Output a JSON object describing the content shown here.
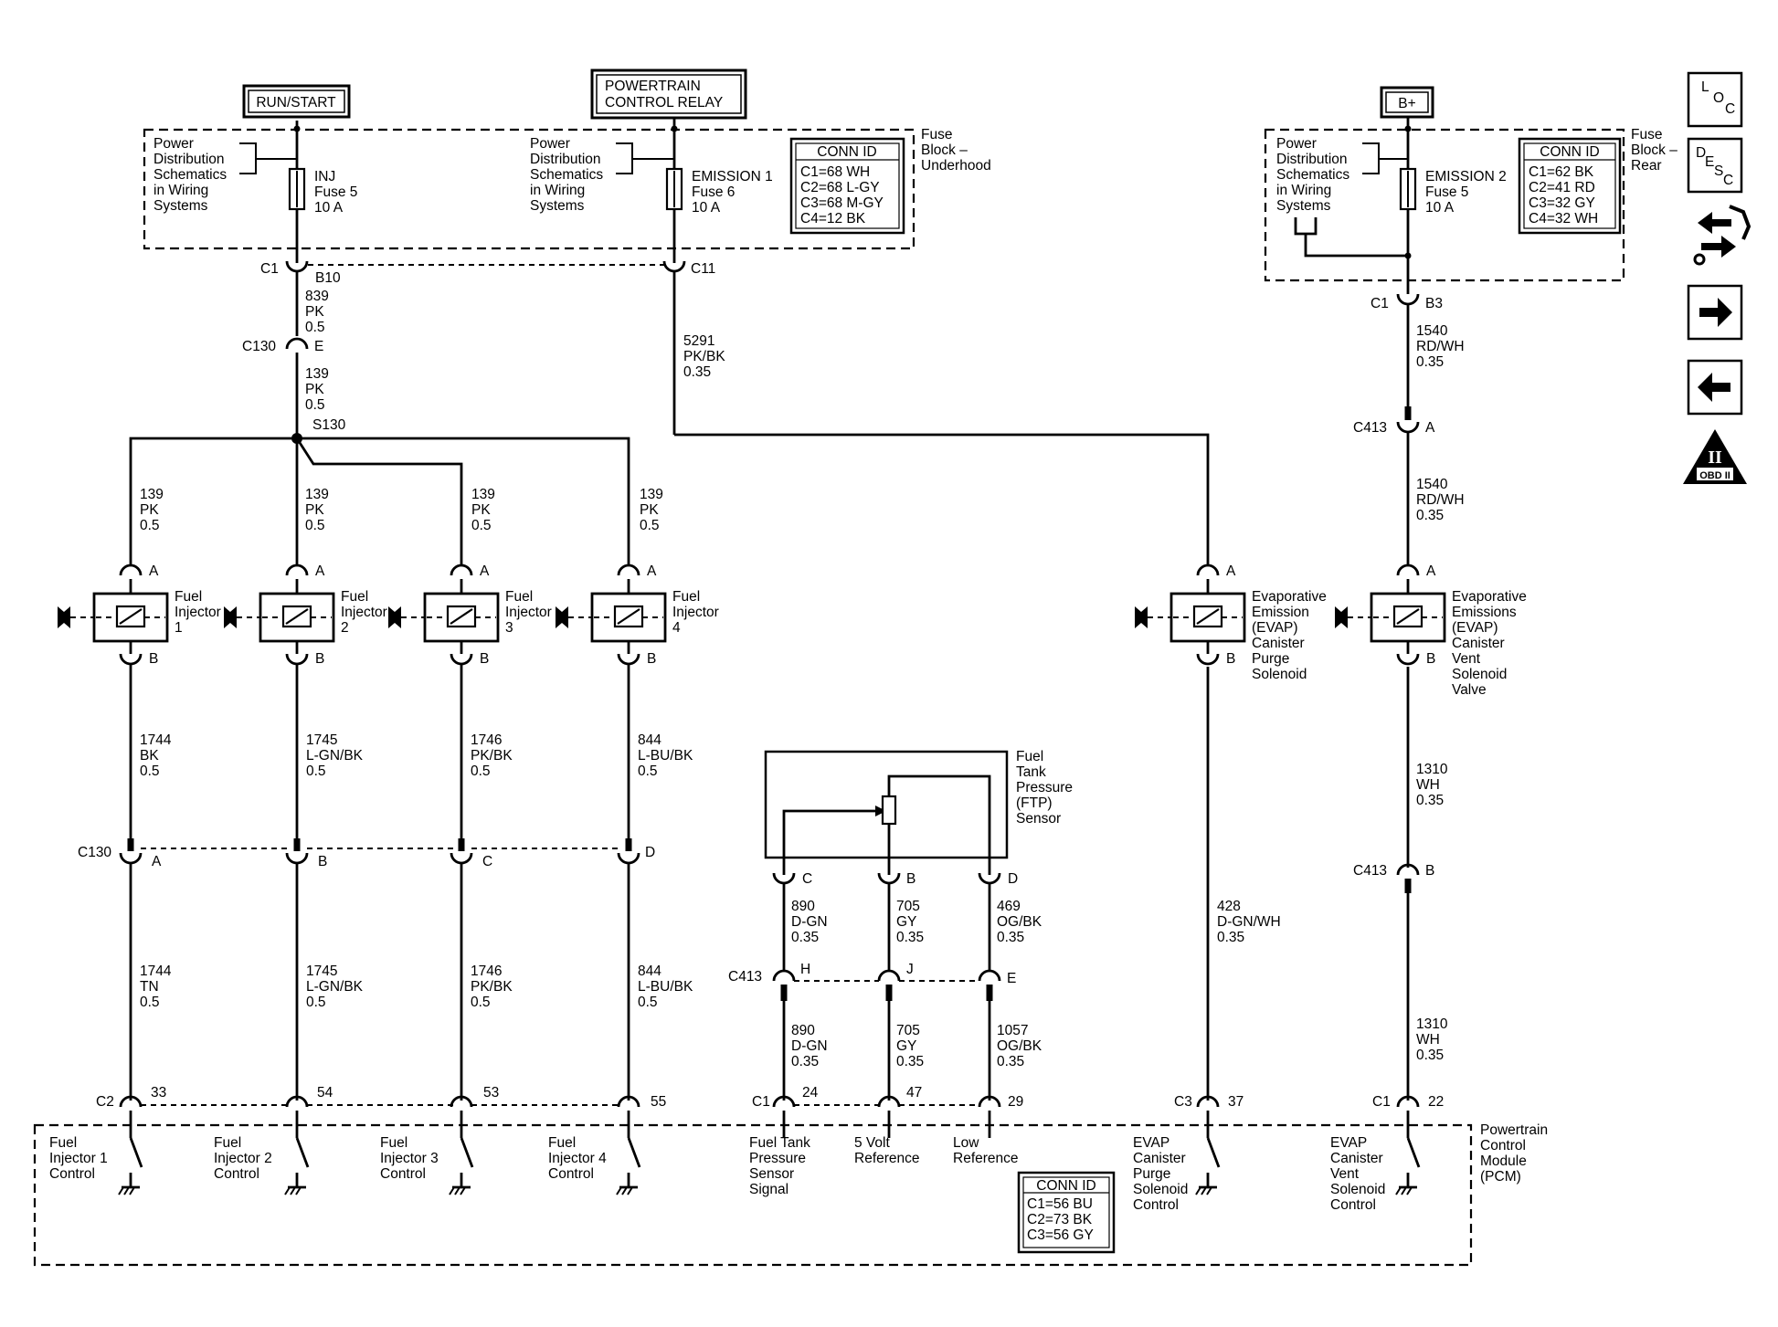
{
  "power_sources": {
    "run_start": "RUN/START",
    "pcr_line1": "POWERTRAIN",
    "pcr_line2": "CONTROL RELAY",
    "b_plus": "B+"
  },
  "fuse_block_underhood": {
    "title": [
      "Fuse",
      "Block –",
      "Underhood"
    ],
    "power_dist_1": [
      "Power",
      "Distribution",
      "Schematics",
      "in Wiring",
      "Systems"
    ],
    "power_dist_2": [
      "Power",
      "Distribution",
      "Schematics",
      "in Wiring",
      "Systems"
    ],
    "fuse_inj": [
      "INJ",
      "Fuse 5",
      "10 A"
    ],
    "fuse_emission1": [
      "EMISSION 1",
      "Fuse 6",
      "10 A"
    ],
    "conn_id_title": "CONN ID",
    "conn_id": [
      "C1=68 WH",
      "C2=68 L-GY",
      "C3=68 M-GY",
      "C4=12 BK"
    ]
  },
  "fuse_block_rear": {
    "title": [
      "Fuse",
      "Block –",
      "Rear"
    ],
    "power_dist": [
      "Power",
      "Distribution",
      "Schematics",
      "in Wiring",
      "Systems"
    ],
    "fuse_emission2": [
      "EMISSION 2",
      "Fuse 5",
      "10 A"
    ],
    "conn_id_title": "CONN ID",
    "conn_id": [
      "C1=62 BK",
      "C2=41 RD",
      "C3=32 GY",
      "C4=32 WH"
    ]
  },
  "connectors": {
    "c1": "C1",
    "b10": "B10",
    "c11": "C11",
    "c130": "C130",
    "e": "E",
    "s130": "S130",
    "c1_rear": "C1",
    "b3": "B3",
    "c413": "C413",
    "a": "A",
    "b": "B",
    "c": "C",
    "d": "D",
    "c413_b": "C413",
    "c413_b_pin": "B",
    "c130_low": "C130",
    "c2": "C2",
    "c1_pcm": "C1",
    "c3_pcm": "C3",
    "c1_pcm2": "C1",
    "c413_mid": "C413",
    "h": "H",
    "j": "J",
    "e2": "E",
    "pin_33": "33",
    "pin_54": "54",
    "pin_53": "53",
    "pin_55": "55",
    "pin_24": "24",
    "pin_47": "47",
    "pin_29": "29",
    "pin_37": "37",
    "pin_22": "22"
  },
  "wires": {
    "w839": [
      "839",
      "PK",
      "0.5"
    ],
    "w139a": [
      "139",
      "PK",
      "0.5"
    ],
    "w5291": [
      "5291",
      "PK/BK",
      "0.35"
    ],
    "w1540a": [
      "1540",
      "RD/WH",
      "0.35"
    ],
    "w1540b": [
      "1540",
      "RD/WH",
      "0.35"
    ],
    "w139_1": [
      "139",
      "PK",
      "0.5"
    ],
    "w139_2": [
      "139",
      "PK",
      "0.5"
    ],
    "w139_3": [
      "139",
      "PK",
      "0.5"
    ],
    "w139_4": [
      "139",
      "PK",
      "0.5"
    ],
    "w1744a": [
      "1744",
      "BK",
      "0.5"
    ],
    "w1745a": [
      "1745",
      "L-GN/BK",
      "0.5"
    ],
    "w1746a": [
      "1746",
      "PK/BK",
      "0.5"
    ],
    "w844a": [
      "844",
      "L-BU/BK",
      "0.5"
    ],
    "w1744b": [
      "1744",
      "TN",
      "0.5"
    ],
    "w1745b": [
      "1745",
      "L-GN/BK",
      "0.5"
    ],
    "w1746b": [
      "1746",
      "PK/BK",
      "0.5"
    ],
    "w844b": [
      "844",
      "L-BU/BK",
      "0.5"
    ],
    "w890a": [
      "890",
      "D-GN",
      "0.35"
    ],
    "w705a": [
      "705",
      "GY",
      "0.35"
    ],
    "w469": [
      "469",
      "OG/BK",
      "0.35"
    ],
    "w890b": [
      "890",
      "D-GN",
      "0.35"
    ],
    "w705b": [
      "705",
      "GY",
      "0.35"
    ],
    "w1057": [
      "1057",
      "OG/BK",
      "0.35"
    ],
    "w428": [
      "428",
      "D-GN/WH",
      "0.35"
    ],
    "w1310a": [
      "1310",
      "WH",
      "0.35"
    ],
    "w1310b": [
      "1310",
      "WH",
      "0.35"
    ]
  },
  "components": {
    "inj1": [
      "Fuel",
      "Injector",
      "1"
    ],
    "inj2": [
      "Fuel",
      "Injector",
      "2"
    ],
    "inj3": [
      "Fuel",
      "Injector",
      "3"
    ],
    "inj4": [
      "Fuel",
      "Injector",
      "4"
    ],
    "evap_purge": [
      "Evaporative",
      "Emission",
      "(EVAP)",
      "Canister",
      "Purge",
      "Solenoid"
    ],
    "evap_vent": [
      "Evaporative",
      "Emissions",
      "(EVAP)",
      "Canister",
      "Vent",
      "Solenoid",
      "Valve"
    ],
    "ftp_sensor": [
      "Fuel",
      "Tank",
      "Pressure",
      "(FTP)",
      "Sensor"
    ]
  },
  "pcm": {
    "title": [
      "Powertrain",
      "Control",
      "Module",
      "(PCM)"
    ],
    "inj1_ctrl": [
      "Fuel",
      "Injector 1",
      "Control"
    ],
    "inj2_ctrl": [
      "Fuel",
      "Injector 2",
      "Control"
    ],
    "inj3_ctrl": [
      "Fuel",
      "Injector 3",
      "Control"
    ],
    "inj4_ctrl": [
      "Fuel",
      "Injector 4",
      "Control"
    ],
    "ftp_signal": [
      "Fuel Tank",
      "Pressure",
      "Sensor",
      "Signal"
    ],
    "ref5v": [
      "5 Volt",
      "Reference"
    ],
    "low_ref": [
      "Low",
      "Reference"
    ],
    "evap_purge_ctrl": [
      "EVAP",
      "Canister",
      "Purge",
      "Solenoid",
      "Control"
    ],
    "evap_vent_ctrl": [
      "EVAP",
      "Canister",
      "Vent",
      "Solenoid",
      "Control"
    ],
    "conn_id_title": "CONN ID",
    "conn_id": [
      "C1=56 BU",
      "C2=73 BK",
      "C3=56 GY"
    ]
  },
  "side_icons": {
    "loc": [
      "L",
      "O",
      "C"
    ],
    "desc": [
      "D",
      "E",
      "S",
      "C"
    ],
    "icons": [
      "loc-icon",
      "desc-icon",
      "connector-swap-icon",
      "arrow-right-icon",
      "arrow-left-icon",
      "obd-ii-icon"
    ],
    "obd_numeral": "II",
    "obd_label": "OBD II"
  }
}
